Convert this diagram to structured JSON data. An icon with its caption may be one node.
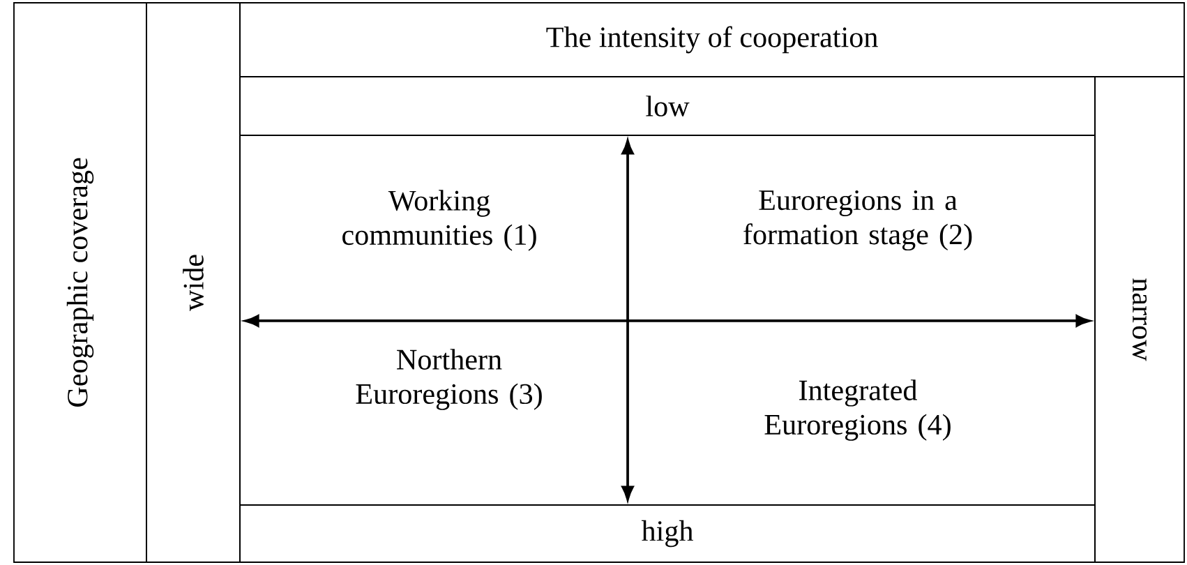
{
  "diagram": {
    "nodes": [
      {
        "text": [
          "The intensity of cooperation"
        ]
      },
      {
        "text": [
          "Geographic coverage"
        ]
      },
      {
        "text": [
          "wide"
        ]
      },
      {
        "text": [
          "low"
        ]
      },
      {
        "text": [
          "narrow"
        ]
      },
      {
        "text": [
          "high"
        ]
      }
    ],
    "edges": [
      {
        "from": 2,
        "to": 4,
        "arrow": "both"
      },
      {
        "from": 3,
        "to": 5,
        "arrow": "both"
      }
    ],
    "labels": [
      "Working communities (1)",
      "Euroregions in a formation stage (2)",
      "Northern Euroregions (3)",
      "Integrated Euroregions (4)"
    ]
  }
}
